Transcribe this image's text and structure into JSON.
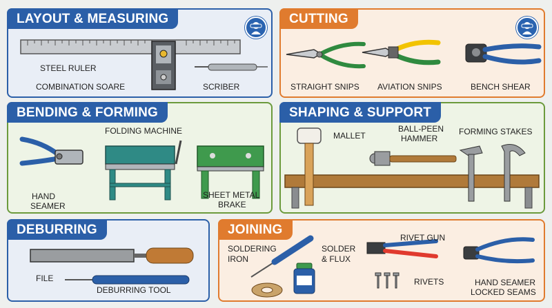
{
  "colors": {
    "blue": "#2b5fa8",
    "orange": "#e07b2e",
    "green": "#6b9a3c",
    "layout_bg": "#e9eef6",
    "cutting_bg": "#fbeee2",
    "bending_bg": "#eef4e6",
    "shaping_bg": "#eef4e6",
    "deburring_bg": "#e9eef6",
    "joining_bg": "#fbeee2"
  },
  "sections": {
    "layout": {
      "title": "LAYOUT & MEASURING",
      "icon": "safety-glasses-icon",
      "labels": {
        "ruler": "STEEL RULER",
        "square": "COMBINATION SOARE",
        "scriber": "SCRIBER"
      }
    },
    "cutting": {
      "title": "CUTTING",
      "icon": "safety-glasses-icon",
      "labels": {
        "straight": "STRAIGHT SNIPS",
        "aviation": "AVIATION SNIPS",
        "bench": "BENCH SHEAR"
      }
    },
    "bending": {
      "title": "BENDING & FORMING",
      "labels": {
        "folding": "FOLDING MACHINE",
        "seamer_1": "HAND",
        "seamer_2": "SEAMER",
        "brake_1": "SHEET METAL",
        "brake_2": "BRAKE"
      }
    },
    "shaping": {
      "title": "SHAPING & SUPPORT",
      "labels": {
        "mallet": "MALLET",
        "hammer_1": "BALL-PEEN",
        "hammer_2": "HAMMER",
        "stakes": "FORMING STAKES"
      }
    },
    "deburring": {
      "title": "DEBURRING",
      "labels": {
        "file": "FILE",
        "tool": "DEBURRING TOOL"
      }
    },
    "joining": {
      "title": "JOINING",
      "labels": {
        "iron_1": "SOLDERING",
        "iron_2": "IRON",
        "solder_1": "SOLDER",
        "solder_2": "& FLUX",
        "rivet_gun": "RIVET GUN",
        "rivets": "RIVETS",
        "locked_1": "HAND SEAMER",
        "locked_2": "LOCKED SEAMS"
      }
    }
  }
}
